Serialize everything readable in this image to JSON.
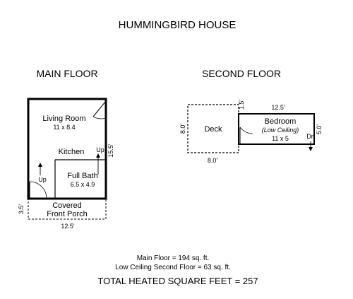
{
  "title": "HUMMINGBIRD HOUSE",
  "main_floor": {
    "heading": "MAIN FLOOR",
    "living_room": {
      "name": "Living Room",
      "size": "11 x 8.4"
    },
    "kitchen": {
      "name": "Kitchen"
    },
    "stairs_up_kitchen": "Up",
    "stairs_up_entry": "Up",
    "full_bath": {
      "name": "Full Bath",
      "size": "6.5 x 4.9"
    },
    "porch": {
      "line1": "Covered",
      "line2": "Front Porch"
    },
    "dim_height": "15.5'",
    "dim_porch_depth": "3.5'",
    "dim_width": "12.5'"
  },
  "second_floor": {
    "heading": "SECOND FLOOR",
    "deck": {
      "name": "Deck"
    },
    "bedroom": {
      "name": "Bedroom",
      "note": "(Low Ceiling)",
      "size": "11 x 5"
    },
    "stairs_down": "Dn",
    "dim_deck_height": "8.0'",
    "dim_deck_width": "8.0'",
    "dim_offset": "1.5'",
    "dim_bedroom_width": "12.5'",
    "dim_bedroom_height": "5.0'"
  },
  "summary": {
    "main_floor_area": "Main Floor = 194 sq. ft.",
    "second_floor_area": "Low Ceiling Second Floor = 63 sq. ft.",
    "total": "TOTAL HEATED SQUARE FEET = 257"
  }
}
